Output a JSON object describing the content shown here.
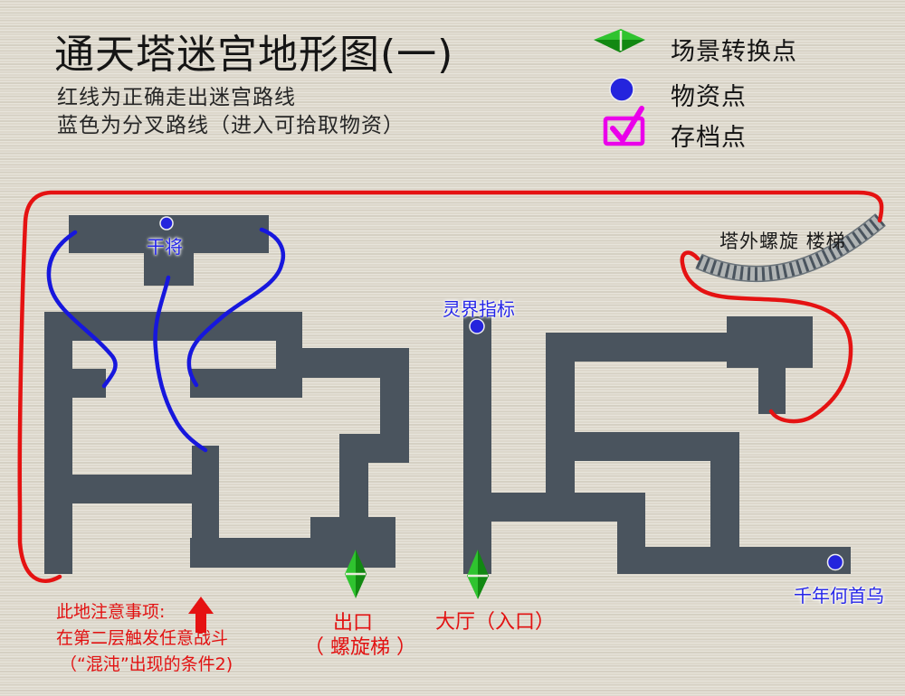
{
  "title": "通天塔迷宫地形图(一)",
  "subtitle_lines": [
    "红线为正确走出迷宫路线",
    "蓝色为分叉路线（进入可拾取物资）"
  ],
  "legend": {
    "items": [
      {
        "icon": "scene-transition-diamond-icon",
        "label": "场景转换点"
      },
      {
        "icon": "supply-point-dot-icon",
        "label": "物资点"
      },
      {
        "icon": "save-point-check-icon",
        "label": "存档点"
      }
    ]
  },
  "map_labels": {
    "ganjiang": "干将",
    "lingjie_zhibiao": "灵界指标",
    "spiral_stairs_outside": "塔外螺旋 楼梯",
    "qiannian_heshouwu": "千年何首乌",
    "exit": "出口",
    "exit_sub": "（ 螺旋梯 ）",
    "hall_entrance": "大厅（入口）"
  },
  "notes": {
    "lines": [
      "此地注意事项:",
      "在第二层触发任意战斗",
      "（“混沌”出现的条件2)"
    ]
  },
  "colors": {
    "background": "#ddd8cc",
    "corridor": "#4a545e",
    "route_red": "#e51212",
    "branch_blue": "#1717dd",
    "marker_green_light": "#2fc32f",
    "marker_green_dark": "#128812",
    "supply_point_blue": "#2424dd",
    "save_point_magenta": "#ea00ea",
    "note_red": "#e21212",
    "label_blue": "#2525e8"
  }
}
